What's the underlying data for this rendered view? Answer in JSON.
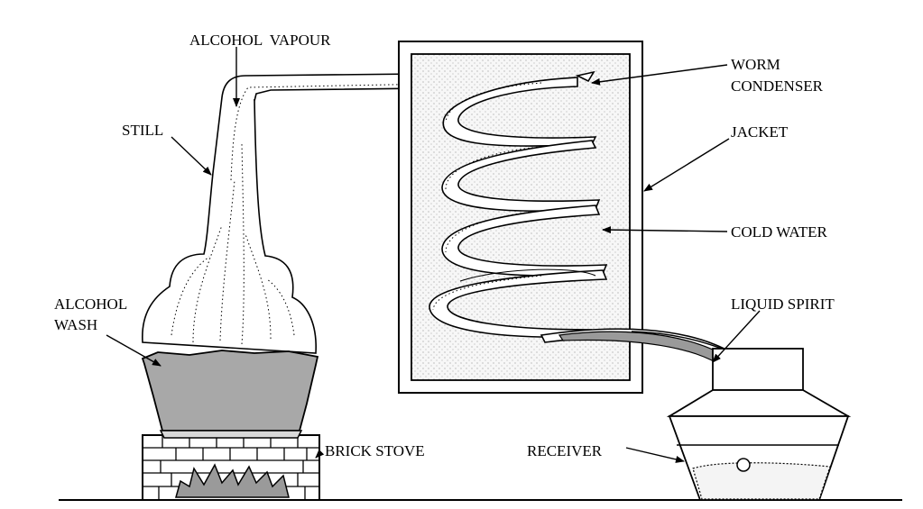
{
  "diagram": {
    "labels": {
      "alcohol_vapour": "ALCOHOL  VAPOUR",
      "still": "STILL",
      "alcohol_wash_line1": "ALCOHOL",
      "alcohol_wash_line2": "WASH",
      "brick_stove": "BRICK STOVE",
      "worm_condenser_line1": "WORM",
      "worm_condenser_line2": "CONDENSER",
      "jacket": "JACKET",
      "cold_water": "COLD WATER",
      "liquid_spirit": "LIQUID SPIRIT",
      "receiver": "RECEIVER"
    },
    "colors": {
      "line": "#000000",
      "wash_fill": "#a8a8a8",
      "jacket_fill": "#f0f0f0",
      "receiver_liquid": "#f4f4f4"
    }
  }
}
